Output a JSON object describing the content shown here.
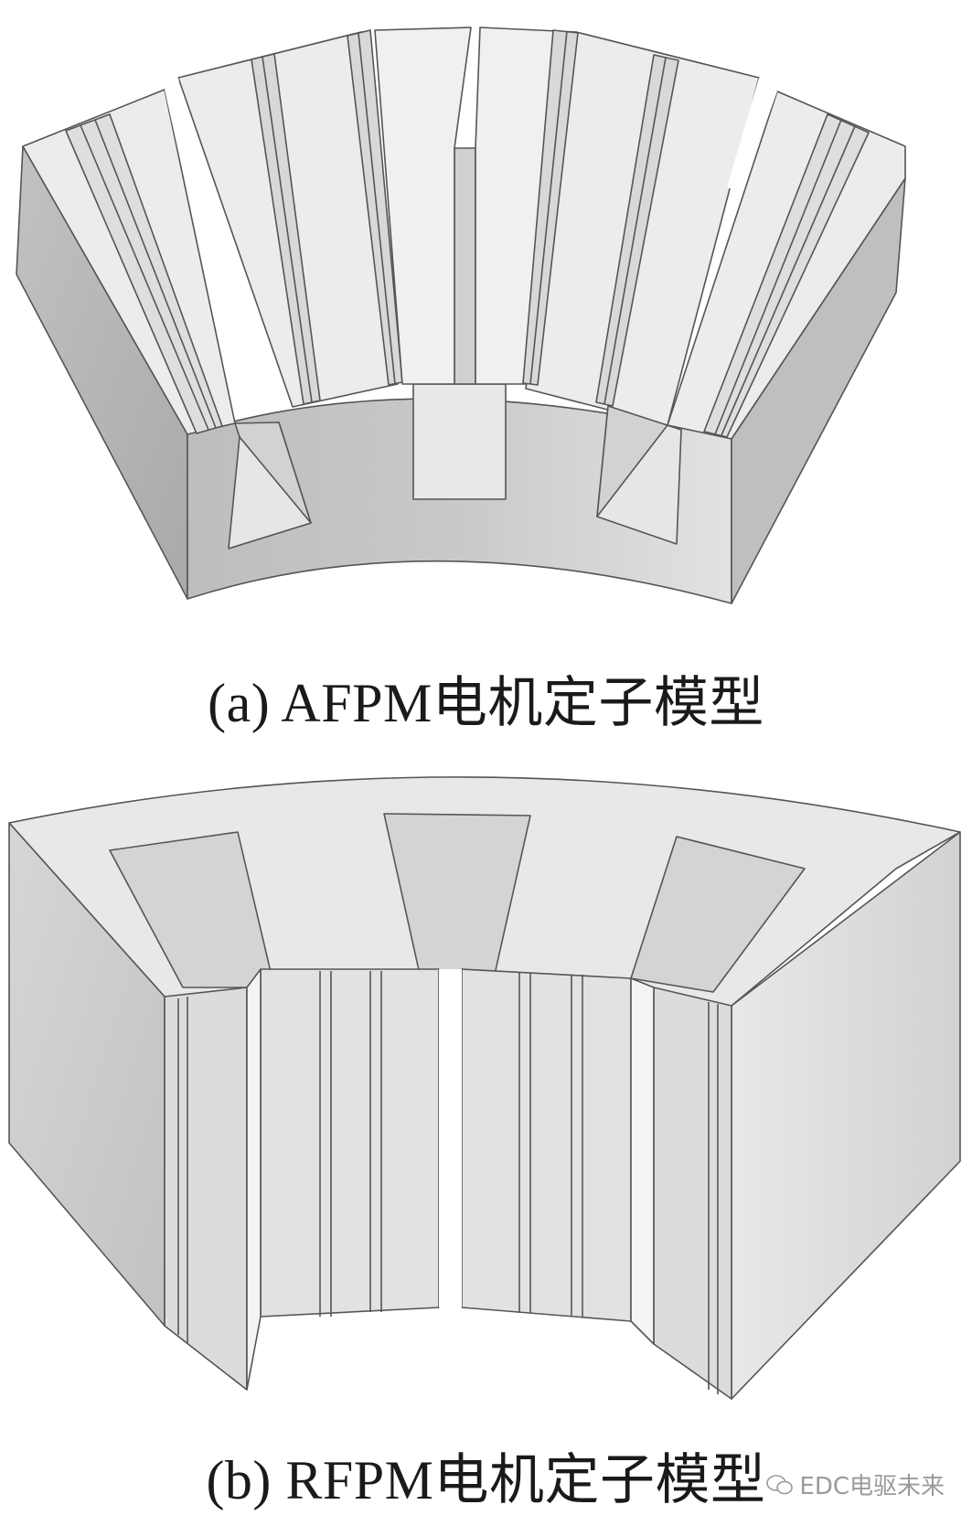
{
  "figure_a": {
    "caption": "(a) AFPM电机定子模型"
  },
  "figure_b": {
    "caption": "(b) RFPM电机定子模型"
  },
  "watermark": {
    "text": "EDC电驱未来",
    "icon": "wechat-icon"
  },
  "colors": {
    "background": "#ffffff",
    "face_light": "#ececec",
    "face_mid": "#d4d4d4",
    "face_dark": "#b4b4b4",
    "edge": "#555555",
    "caption_text": "#1a1a1a",
    "watermark_text": "#9a9a9a"
  }
}
